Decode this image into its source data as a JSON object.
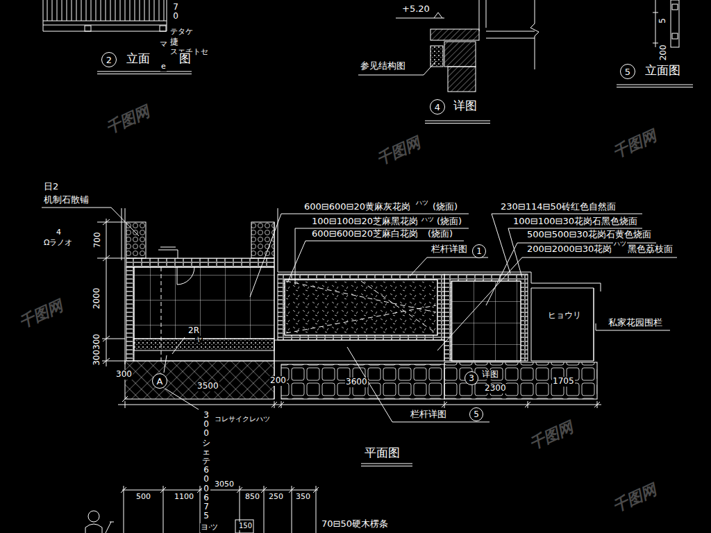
{
  "diagram": {
    "nodes": [
      {
        "text": [
          "2"
        ]
      },
      {
        "text": [
          "4"
        ]
      },
      {
        "text": [
          "5"
        ]
      },
      {
        "text": [
          "1"
        ]
      },
      {
        "text": [
          "A"
        ]
      },
      {
        "text": [
          "3"
        ]
      },
      {
        "text": [
          "5"
        ]
      }
    ],
    "labels": [
      "70",
      "テタケ",
      "捷",
      "スエチトセ",
      "マ",
      "e",
      "立面",
      "图",
      "+5.20",
      "参见结构图",
      "详图",
      "5",
      "200",
      "立面图",
      "日2",
      "机制石散铺",
      "4",
      "Ωラノオ",
      "700",
      "2000",
      "300300",
      "600⊟600⊟20黄麻灰花岗",
      "ハツ",
      "(烧面)",
      "100⊟100⊟20芝麻黑花岗",
      "ハツ",
      "(烧面)",
      "600⊟600⊟20芝麻白花岗",
      "(烧面)",
      "栏杆详图",
      "230⊟114⊟50砖红色自然面",
      "100⊟100⊟30花岗石黑色烧面",
      "500⊟500⊟30花岗石黄色烧面",
      "200⊟2000⊟30花岗",
      "ハツ",
      "黑色荔枝面",
      "ヒョウリ",
      "私家花园围栏",
      "2R",
      "ヤ",
      "300",
      "3500",
      "200",
      "3600",
      "详图",
      "2300",
      "1705",
      "栏杆详图",
      "平面图",
      "コレサイクレハツ",
      "300シェテ600675",
      "ヨ·ツ",
      "3050",
      "500",
      "1100",
      "850",
      "250",
      "350",
      "150",
      "70⊟50硬木楞条",
      "千图网",
      "千图网",
      "千图网",
      "千图网",
      "千图网",
      "千图网"
    ]
  }
}
